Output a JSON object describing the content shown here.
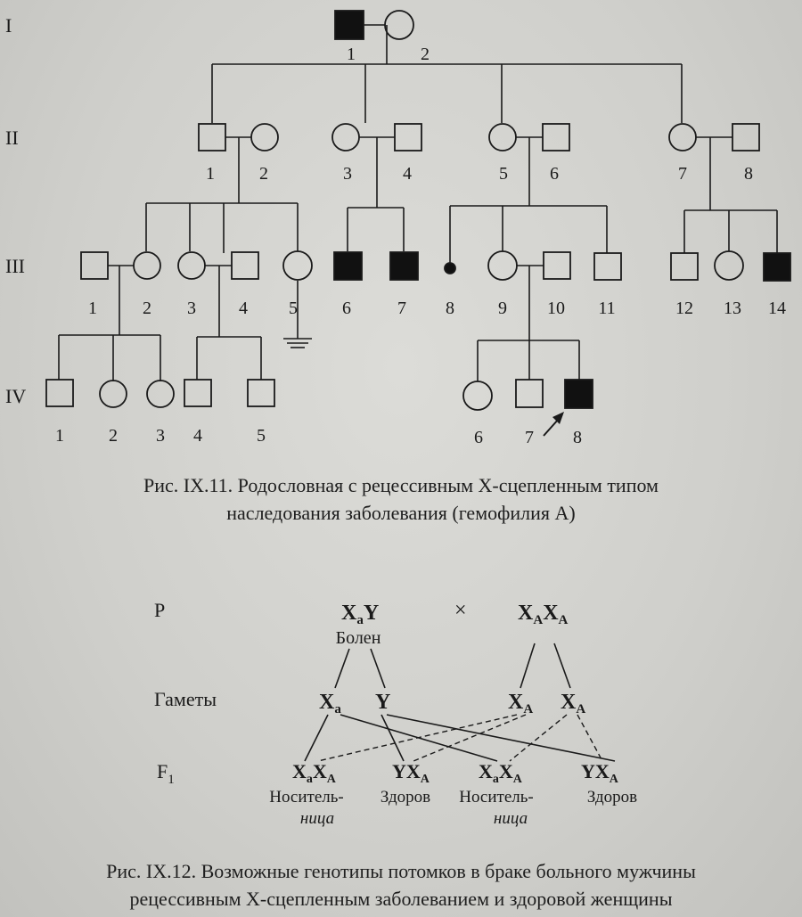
{
  "pedigree": {
    "generations": [
      "I",
      "II",
      "III",
      "IV"
    ],
    "gen_I": [
      "1",
      "2"
    ],
    "gen_II": [
      "1",
      "2",
      "3",
      "4",
      "5",
      "6",
      "7",
      "8"
    ],
    "gen_III": [
      "1",
      "2",
      "3",
      "4",
      "5",
      "6",
      "7",
      "8",
      "9",
      "10",
      "11",
      "12",
      "13",
      "14"
    ],
    "gen_IV": [
      "1",
      "2",
      "3",
      "4",
      "5",
      "6",
      "7",
      "8"
    ],
    "colors": {
      "affected_fill": "#111111",
      "line": "#1a1a1a"
    }
  },
  "caption1": {
    "line1": "Рис. IX.11. Родословная с рецессивным Х-сцепленным типом",
    "line2": "наследования заболевания (гемофилия А)"
  },
  "cross": {
    "row_P": "P",
    "row_gametes": "Гаметы",
    "row_F": "F",
    "row_F_sub": "1",
    "times": "×",
    "father": {
      "base": "X",
      "sub": "a",
      "rest": "Y",
      "label": "Болен"
    },
    "mother": {
      "b1": "X",
      "s1": "A",
      "b2": "X",
      "s2": "A"
    },
    "gametes": [
      {
        "base": "X",
        "sub": "a"
      },
      {
        "base": "Y",
        "sub": ""
      },
      {
        "base": "X",
        "sub": "A"
      },
      {
        "base": "X",
        "sub": "A"
      }
    ],
    "offspring": [
      {
        "b1": "X",
        "s1": "a",
        "b2": "X",
        "s2": "A",
        "label1": "Носитель-",
        "label2": "ница"
      },
      {
        "b1": "YX",
        "s1": "",
        "b2": "",
        "s2": "A",
        "label1": "Здоров",
        "label2": ""
      },
      {
        "b1": "X",
        "s1": "a",
        "b2": "X",
        "s2": "A",
        "label1": "Носитель-",
        "label2": "ница"
      },
      {
        "b1": "YX",
        "s1": "",
        "b2": "",
        "s2": "A",
        "label1": "Здоров",
        "label2": ""
      }
    ]
  },
  "caption2": {
    "line1": "Рис. IX.12. Возможные генотипы потомков в браке больного мужчины",
    "line2": "рецессивным Х-сцепленным заболеванием и здоровой женщины"
  }
}
